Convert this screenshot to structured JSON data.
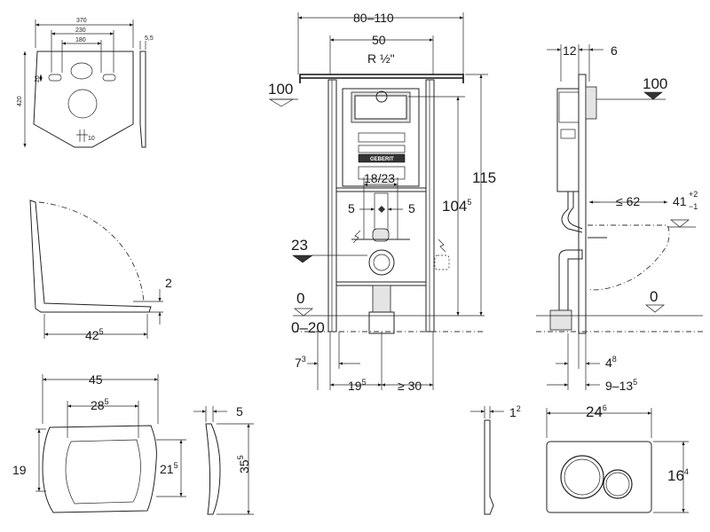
{
  "plate": {
    "w": "370",
    "inner": "230",
    "hole": "180",
    "thick": "5,5",
    "h": "420",
    "d20": "20",
    "d10": "10"
  },
  "seat": {
    "gap": "2",
    "depth_main": "42",
    "depth_sup": "5"
  },
  "lid": {
    "w_main": "45",
    "inner_main": "28",
    "inner_sup": "5",
    "h19": "19",
    "h21_main": "21",
    "h21_sup": "5"
  },
  "side": {
    "top": "5",
    "h_main": "35",
    "h_sup": "5"
  },
  "frame": {
    "width_range": "80–110",
    "width_50": "50",
    "r_label": "R ½\"",
    "height_115": "115",
    "h104_main": "104",
    "h104_sup": "5",
    "level_100": "100",
    "level_23": "23",
    "level_0": "0",
    "range_0_20": "0–20",
    "d18_23": "18/23",
    "d5a": "5",
    "d5b": "5",
    "d7_main": "7",
    "d7_sup": "3",
    "d19_main": "19",
    "d19_sup": "5",
    "d30": "≥ 30",
    "brand": "GEBERIT"
  },
  "profile": {
    "d12": "12",
    "d6": "6",
    "level_100": "100",
    "le62": "≤ 62",
    "d41": "41",
    "tol_plus": "+2",
    "tol_minus": "−1",
    "level_0": "0",
    "d4_main": "4",
    "d4_sup": "8",
    "d9_main": "9–13",
    "d9_sup": "5"
  },
  "button": {
    "side_main": "1",
    "side_sup": "2",
    "w_main": "24",
    "w_sup": "6",
    "h_main": "16",
    "h_sup": "4"
  }
}
